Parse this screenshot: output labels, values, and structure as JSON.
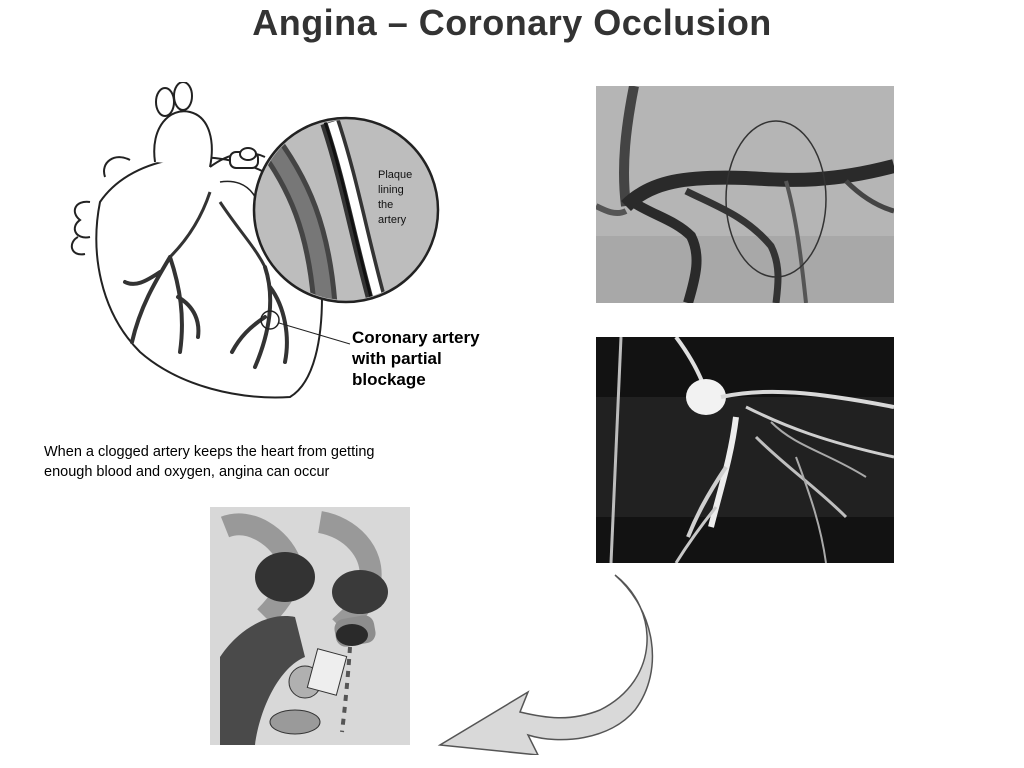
{
  "slide": {
    "title": "Angina – Coronary Occlusion",
    "caption_lines": [
      "When a clogged artery keeps the heart from getting",
      "enough blood and oxygen, angina can occur"
    ]
  },
  "heart_illustration": {
    "inset_label_lines": [
      "Plaque",
      "lining",
      "the",
      "artery"
    ],
    "callout_lines": [
      "Coronary artery",
      "with partial",
      "blockage"
    ]
  },
  "colors": {
    "background": "#ffffff",
    "title": "#333333",
    "arrow_fill": "#d9d9d9"
  }
}
